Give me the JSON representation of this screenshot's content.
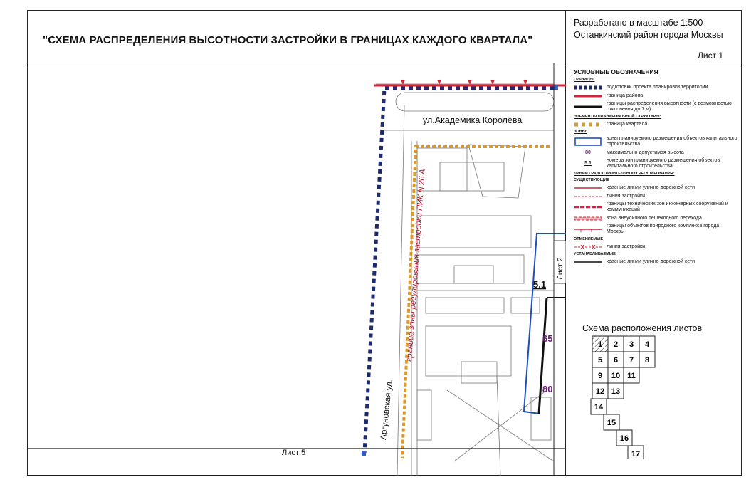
{
  "header": {
    "title": "\"СХЕМА РАСПРЕДЕЛЕНИЯ ВЫСОТНОСТИ ЗАСТРОЙКИ В ГРАНИЦАХ КАЖДОГО КВАРТАЛА\"",
    "scale_line1": "Разработано в масштабе 1:500",
    "scale_line2": "Останкинский район города Москвы",
    "sheet": "Лист 1"
  },
  "map": {
    "street_top": "ул.Академика Королёва",
    "street_left": "Аргуновская ул.",
    "zone_label": "граница зоны регулирования застройки ПИК N 26 A",
    "sheet_right": "Лист 2",
    "sheet_bottom": "Лист 5",
    "zone_number": "5.1",
    "height_1": "65",
    "height_2": "80",
    "colors": {
      "boundary_blue": "#1e2a6e",
      "district_red": "#d1263a",
      "quarter_orange": "#d99a2b",
      "zone_blue": "#1d4fb8",
      "height_purple": "#6a1b7a"
    }
  },
  "legend": {
    "title": "УСЛОВНЫЕ ОБОЗНАЧЕНИЯ",
    "sec_borders": "ГРАНИЦЫ:",
    "borders": [
      "подготовки проекта планировки территории",
      "граница района",
      "границы распределения высотности (с возможностью отклонения до 7 м)"
    ],
    "sec_structure": "ЭЛЕМЕНТЫ ПЛАНИРОВОЧНОЙ СТРУКТУРЫ:",
    "quarter": "граница квартала",
    "sec_zones": "ЗОНЫ:",
    "zone_desc": "зоны планируемого размещения объектов капитального строительства",
    "height_sym": "80",
    "height_desc": "максимально допустимая высота",
    "num_sym": "5.1",
    "num_desc": "номера зон планируемого размещения объектов капитального строительства",
    "sec_lines": "ЛИНИИ ГРАДОСТРОИТЕЛЬНОГО РЕГУЛИРОВАНИЯ:",
    "sec_existing": "СУЩЕСТВУЮЩИЕ",
    "existing": [
      "красные линии улично-дорожной сети",
      "линия застройки",
      "границы технических зон инженерных сооружений и коммуникаций",
      "зона внеуличного пешеходного перехода",
      "границы объектов природного комплекса города Москвы"
    ],
    "sec_cancelled": "ОТМЕНЯЕМЫЕ",
    "cancelled": "линия застройки",
    "sec_established": "УСТАНАВЛИВАЕМЫЕ",
    "established": "красные линии улично-дорожной сети"
  },
  "layout": {
    "title": "Схема расположения листов",
    "sheets": [
      "1",
      "2",
      "3",
      "4",
      "5",
      "6",
      "7",
      "8",
      "9",
      "10",
      "11",
      "12",
      "13",
      "14",
      "15",
      "16",
      "17"
    ]
  }
}
